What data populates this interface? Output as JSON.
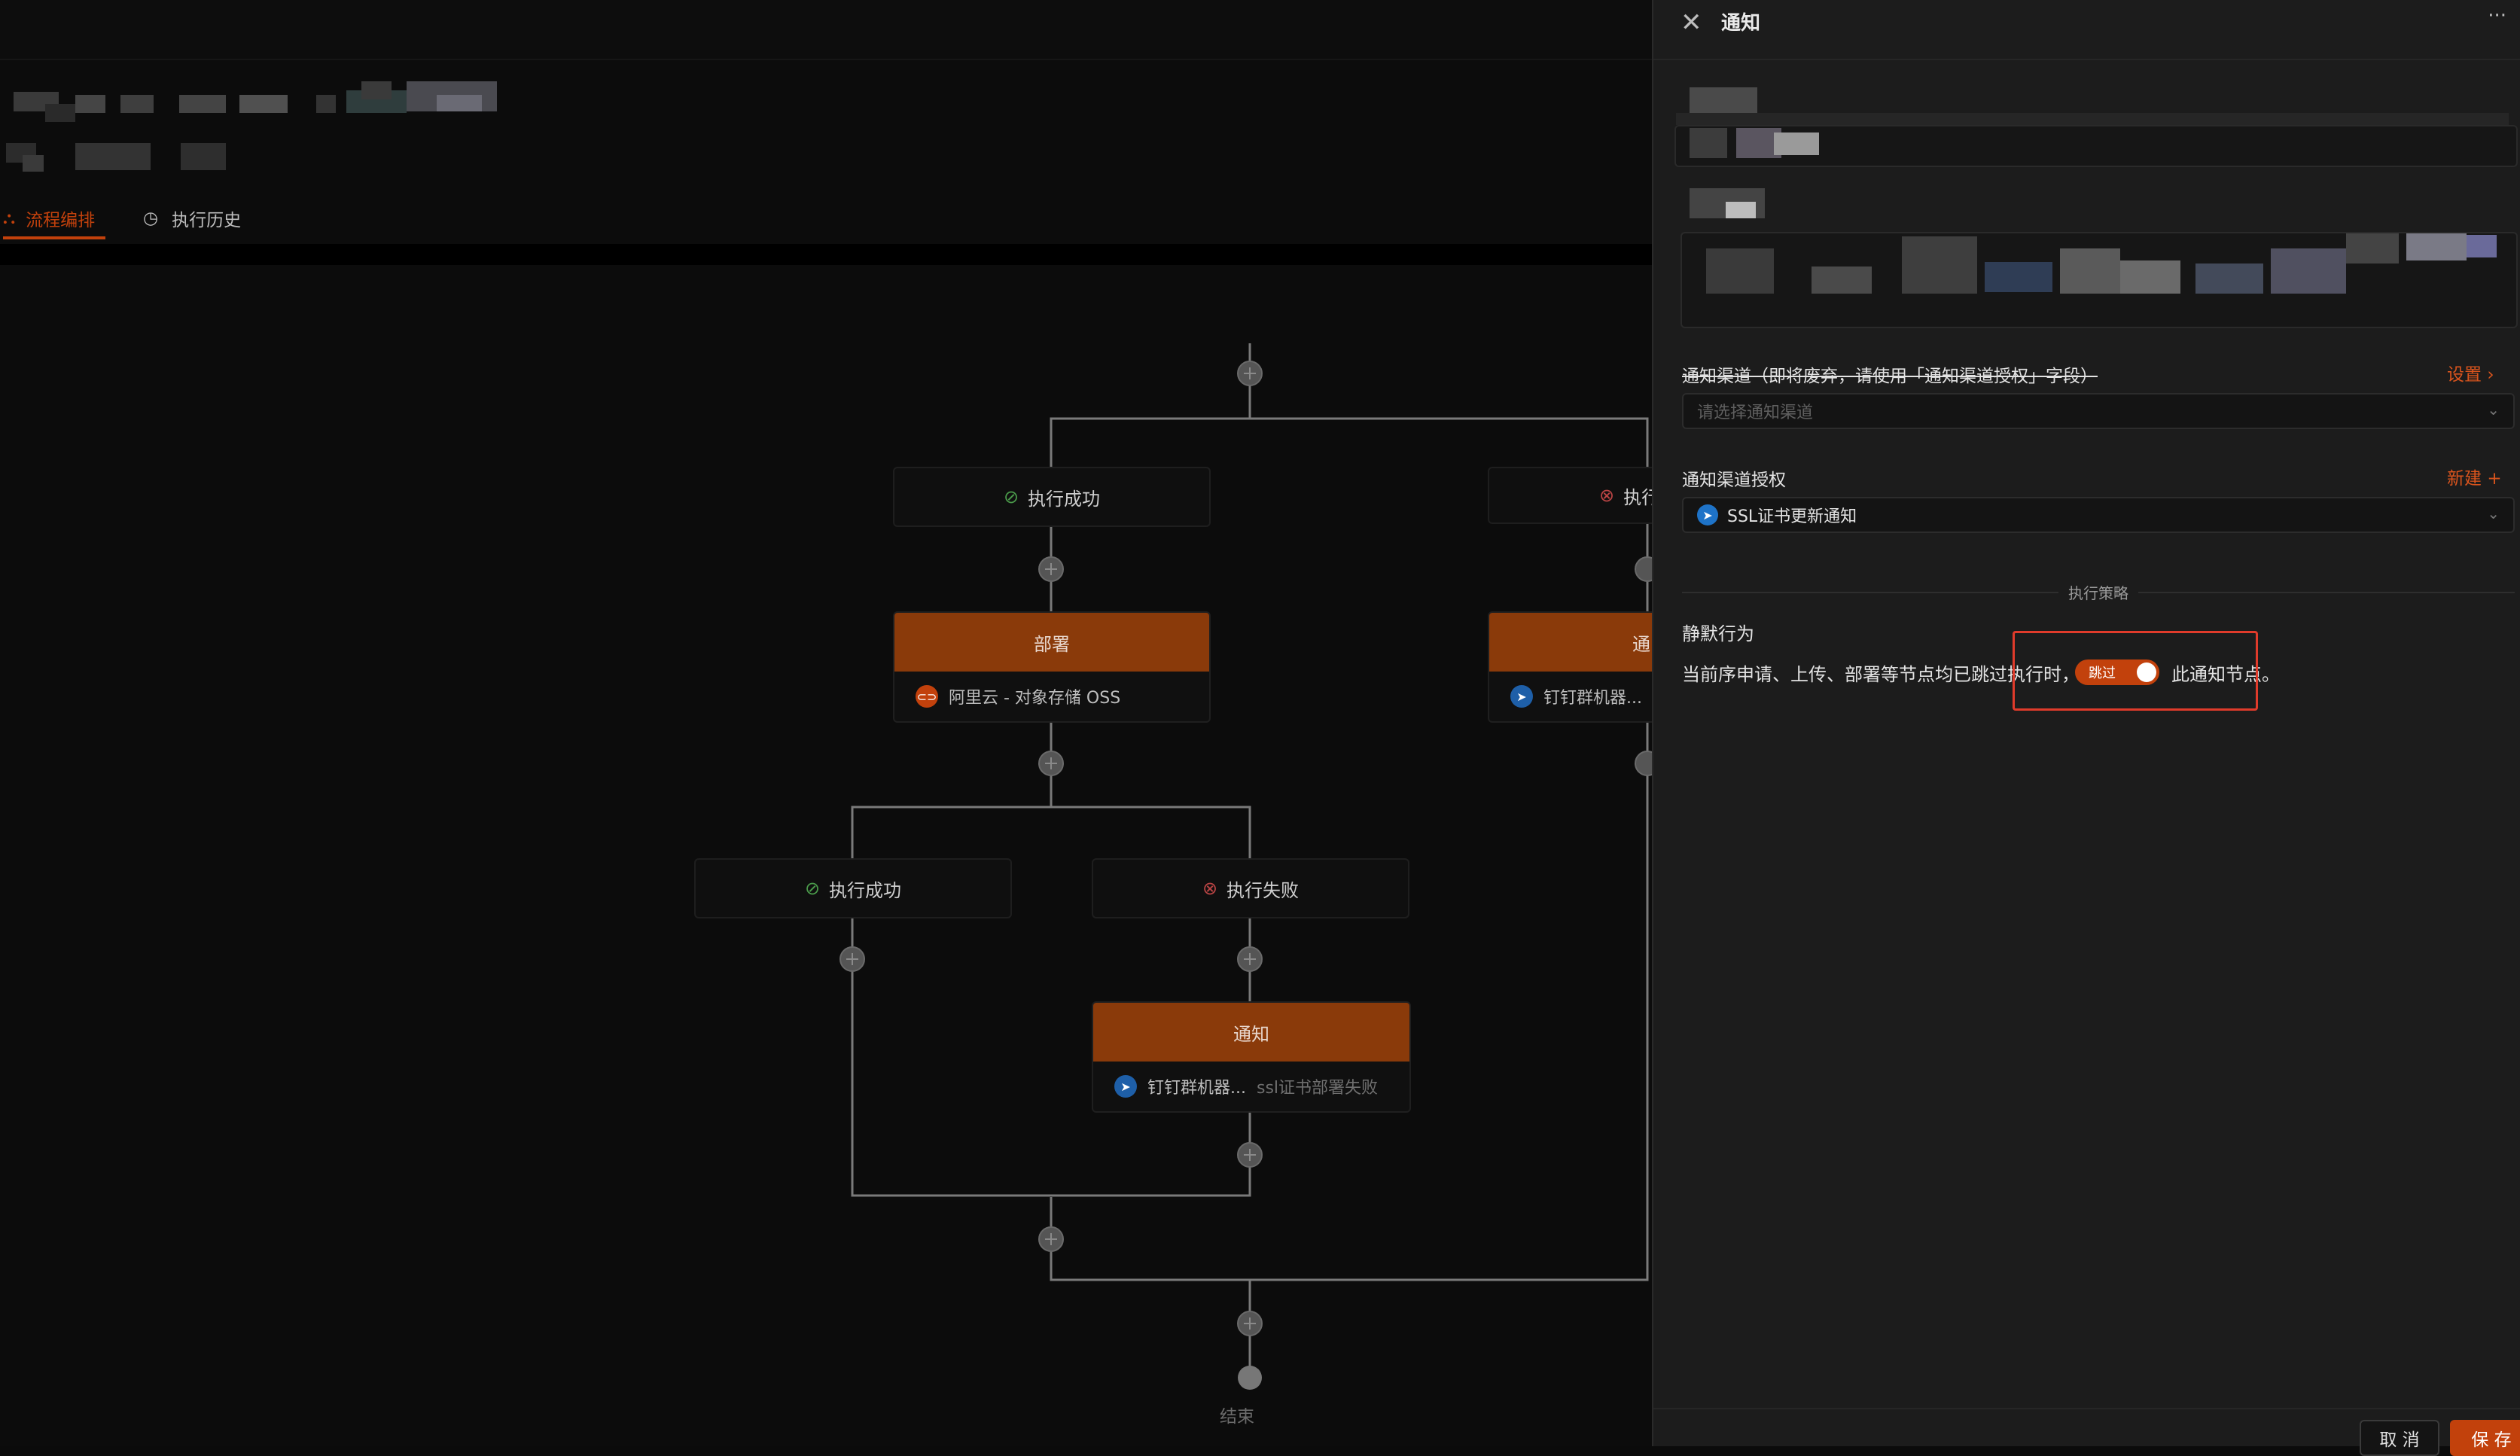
{
  "tabs": [
    {
      "label": "流程编排",
      "icon": "flow-icon",
      "active": true
    },
    {
      "label": "执行历史",
      "icon": "history-icon",
      "active": false
    }
  ],
  "flow": {
    "branch_success_1": "执行成功",
    "branch_fail_1": "执行",
    "deploy_node": {
      "title": "部署",
      "provider": "阿里云 - 对象存储 OSS",
      "provider_icon": "aliyun-icon"
    },
    "right_notify_node": {
      "title": "通",
      "provider": "钉钉群机器...",
      "provider_icon": "dingtalk-icon"
    },
    "branch_success_2": "执行成功",
    "branch_fail_2": "执行失败",
    "notify_node": {
      "title": "通知",
      "provider": "钉钉群机器...",
      "subtitle": "ssl证书部署失败",
      "provider_icon": "dingtalk-icon"
    },
    "end_label": "结束"
  },
  "drawer": {
    "title": "通知",
    "more": "···",
    "channel_label": "通知渠道（即将废弃，请使用「通知渠道授权」字段）",
    "channel_link": "设置",
    "channel_placeholder": "请选择通知渠道",
    "access_label": "通知渠道授权",
    "access_link": "新建",
    "access_value": "SSL证书更新通知",
    "strategy_divider": "执行策略",
    "silent_label": "静默行为",
    "silent_before": "当前序申请、上传、部署等节点均已跳过执行时，",
    "silent_toggle": "跳过",
    "silent_after": "此通知节点。",
    "cancel": "取 消",
    "save": "保 存"
  },
  "colors": {
    "accent": "#c2410c",
    "highlight": "#e03b2b",
    "node_header": "#8a3a0a"
  }
}
